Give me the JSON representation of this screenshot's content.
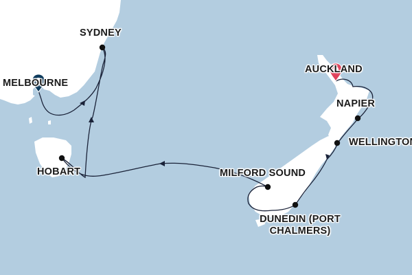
{
  "map": {
    "colors": {
      "sea": "#b3cde0",
      "land": "#ffffff",
      "route": "#1a2238",
      "start_pin": "#e0425b",
      "end_pin": "#0d3a5c"
    },
    "ports": [
      {
        "id": "auckland",
        "label": "Auckland",
        "role": "start"
      },
      {
        "id": "napier",
        "label": "Napier",
        "role": "stop"
      },
      {
        "id": "wellington",
        "label": "Wellington",
        "role": "stop"
      },
      {
        "id": "dunedin",
        "label": "Dunedin (Port Chalmers)",
        "role": "stop"
      },
      {
        "id": "milford",
        "label": "Milford Sound",
        "role": "stop"
      },
      {
        "id": "hobart",
        "label": "Hobart",
        "role": "stop"
      },
      {
        "id": "sydney",
        "label": "Sydney",
        "role": "stop"
      },
      {
        "id": "melbourne",
        "label": "Melbourne",
        "role": "end"
      }
    ],
    "pin_icons": {
      "start": "location-pin-icon",
      "end": "location-pin-icon"
    }
  }
}
